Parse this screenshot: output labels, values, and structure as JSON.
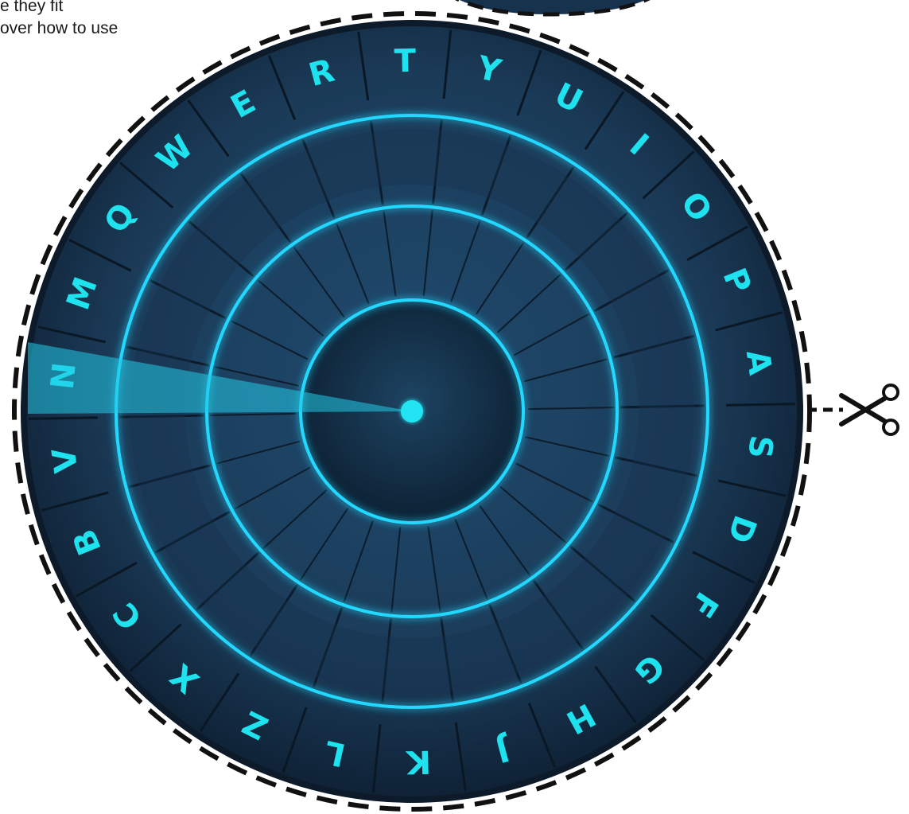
{
  "instructions": {
    "line1": "e they fit",
    "line2": "over how to use"
  },
  "cipher_wheel": {
    "letters": [
      "Q",
      "W",
      "E",
      "R",
      "T",
      "Y",
      "U",
      "I",
      "O",
      "P",
      "A",
      "S",
      "D",
      "F",
      "G",
      "H",
      "J",
      "K",
      "L",
      "Z",
      "X",
      "C",
      "B",
      "V",
      "N",
      "M"
    ],
    "letter_color": "#1ee3ef",
    "glow_color": "#22d8ff",
    "face_color": "#1c3a56"
  },
  "icons": {
    "cut_marker": "scissors-icon"
  }
}
